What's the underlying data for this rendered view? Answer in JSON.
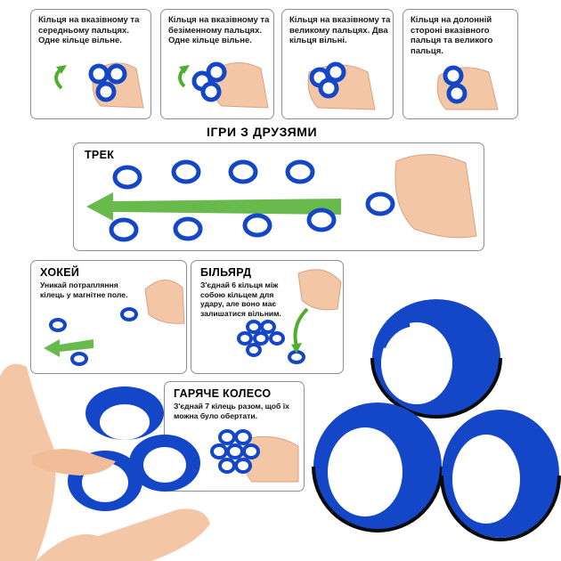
{
  "top_cards": [
    {
      "text": "Кільця на вказівному та середньому пальцях. Одне кільце вільне."
    },
    {
      "text": "Кільця на вказівному та безіменному пальцях. Одне кільце вільне."
    },
    {
      "text": "Кільця на вказівному та великому пальцях. Два кільця вільні."
    },
    {
      "text": "Кільця на долонній стороні вказівного пальця та великого пальця."
    }
  ],
  "section_heading": "ІГРИ З ДРУЗЯМИ",
  "games": {
    "track": {
      "title": "ТРЕК"
    },
    "hockey": {
      "title": "ХОКЕЙ",
      "desc": "Уникай потрапляння кілець у магнітне поле."
    },
    "billiards": {
      "title": "БІЛЬЯРД",
      "desc": "З'єднай 6 кільця між собою кільцем для удару, але воно має залишатися вільним."
    },
    "hot_wheel": {
      "title": "ГАРЯЧЕ КОЛЕСО",
      "desc": "З'єднай 7 кілець разом, щоб їх можна було обертати."
    }
  },
  "colors": {
    "ring_blue": "#1446c8",
    "ring_inner": "#ffffff",
    "arrow_green": "#4fae2e",
    "skin": "#f3c7a6"
  }
}
